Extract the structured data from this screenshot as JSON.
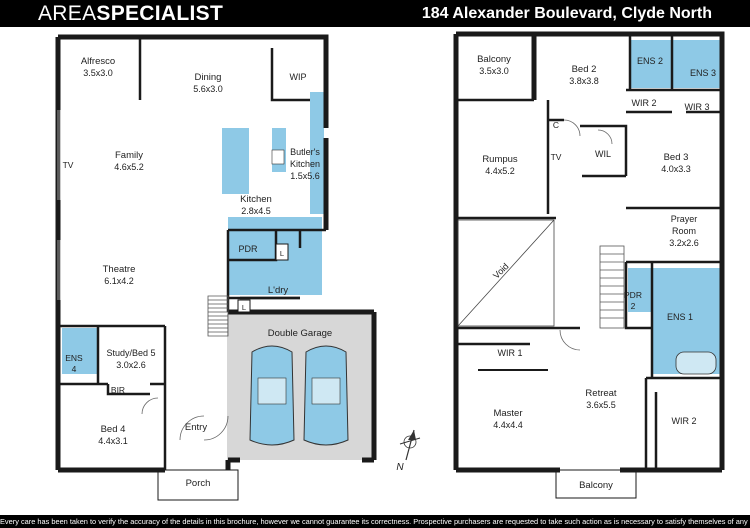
{
  "header": {
    "brand_light": "AREA",
    "brand_bold": "SPECIALIST",
    "address": "184 Alexander Boulevard, Clyde North"
  },
  "ground_floor": {
    "rooms": [
      {
        "name": "Alfresco",
        "dims": "3.5x3.0"
      },
      {
        "name": "Dining",
        "dims": "5.6x3.0"
      },
      {
        "name": "WIP"
      },
      {
        "name": "Family",
        "dims": "4.6x5.2"
      },
      {
        "name": "Butler's",
        "name2": "Kitchen",
        "dims": "1.5x5.6"
      },
      {
        "name": "Kitchen",
        "dims": "2.8x4.5"
      },
      {
        "name": "PDR"
      },
      {
        "name": "L'dry"
      },
      {
        "name": "Theatre",
        "dims": "6.1x4.2"
      },
      {
        "name": "Double Garage"
      },
      {
        "name": "ENS",
        "name2": "4"
      },
      {
        "name": "Study/Bed 5",
        "dims": "3.0x2.6"
      },
      {
        "name": "BIR"
      },
      {
        "name": "Bed 4",
        "dims": "4.4x3.1"
      },
      {
        "name": "Entry"
      },
      {
        "name": "Porch"
      }
    ],
    "tv_label": "TV",
    "linen_labels": [
      "L",
      "L"
    ]
  },
  "first_floor": {
    "rooms": [
      {
        "name": "Balcony",
        "dims": "3.5x3.0"
      },
      {
        "name": "Bed 2",
        "dims": "3.8x3.8"
      },
      {
        "name": "ENS 2"
      },
      {
        "name": "ENS 3"
      },
      {
        "name": "WIR 2"
      },
      {
        "name": "WIR 3"
      },
      {
        "name": "Rumpus",
        "dims": "4.4x5.2"
      },
      {
        "name": "WIL"
      },
      {
        "name": "Bed 3",
        "dims": "4.0x3.3"
      },
      {
        "name": "Prayer",
        "name2": "Room",
        "dims": "3.2x2.6"
      },
      {
        "name": "Void"
      },
      {
        "name": "PDR",
        "name2": "2"
      },
      {
        "name": "ENS 1"
      },
      {
        "name": "WIR 1"
      },
      {
        "name": "Master",
        "dims": "4.4x4.4"
      },
      {
        "name": "Retreat",
        "dims": "3.6x5.5"
      },
      {
        "name": "WIR 2"
      },
      {
        "name": "Balcony"
      }
    ],
    "tv_label": "TV",
    "cupboard_label": "C"
  },
  "compass_label": "N",
  "footer": {
    "disclaimer": "Every care has been taken to verify the accuracy of the details in this brochure, however we cannot guarantee its correctness. Prospective purchasers are requested to take such action as is necessary to satisfy themselves of any pertinent matters."
  },
  "colors": {
    "water": "#8ec9e6",
    "garage": "#d7d7d7",
    "wall": "#1a1a1a",
    "header_bg": "#000000"
  }
}
